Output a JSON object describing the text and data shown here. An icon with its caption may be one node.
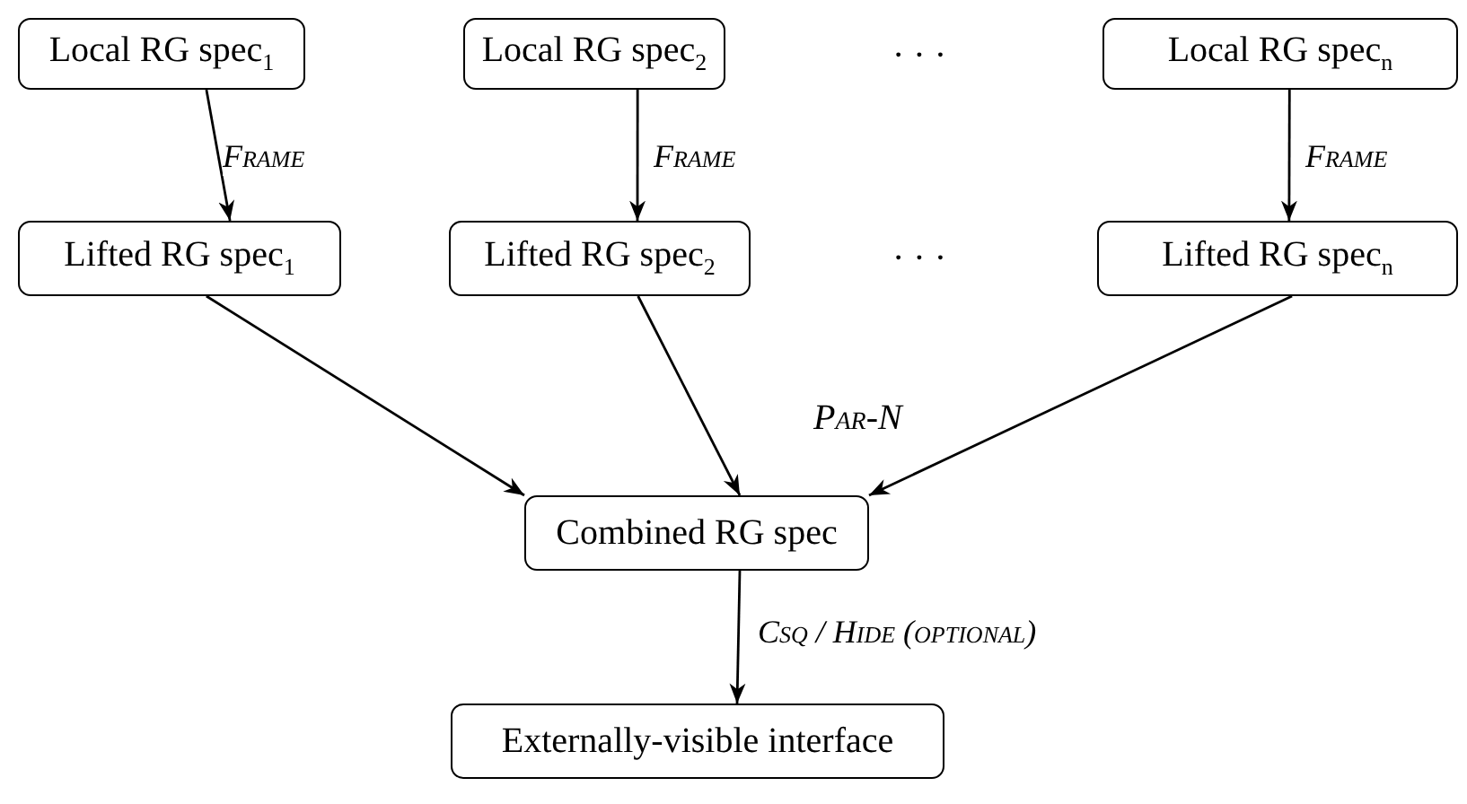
{
  "diagram": {
    "nodes": [
      {
        "text": [
          "Local RG spec$_{1}$"
        ]
      },
      {
        "text": [
          "Local RG spec$_{2}$"
        ]
      },
      {
        "text": [
          "Local RG spec$_{n}$"
        ]
      },
      {
        "text": [
          "Lifted RG spec$_{1}$"
        ]
      },
      {
        "text": [
          "Lifted RG spec$_{2}$"
        ]
      },
      {
        "text": [
          "Lifted RG spec$_{n}$"
        ]
      },
      {
        "text": [
          "Combined RG spec"
        ]
      },
      {
        "text": [
          "Externally-visible interface"
        ]
      }
    ],
    "edges": [
      {
        "from": 0,
        "to": 3,
        "arrow": "to",
        "label": "Frame"
      },
      {
        "from": 1,
        "to": 4,
        "arrow": "to",
        "label": "Frame"
      },
      {
        "from": 2,
        "to": 5,
        "arrow": "to",
        "label": "Frame"
      },
      {
        "from": 3,
        "to": 6,
        "arrow": "to"
      },
      {
        "from": 4,
        "to": 6,
        "arrow": "to"
      },
      {
        "from": 5,
        "to": 6,
        "arrow": "to"
      },
      {
        "from": 6,
        "to": 7,
        "arrow": "to",
        "label": "Csq / Hide (optional)"
      }
    ],
    "labels": [
      "· · ·",
      "· · ·",
      "Par-N"
    ]
  }
}
